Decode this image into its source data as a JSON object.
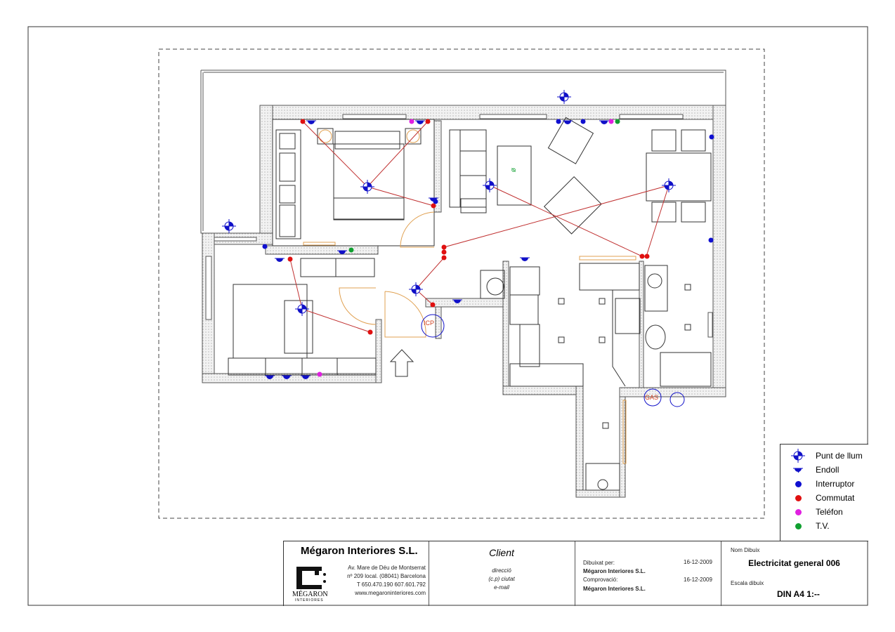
{
  "plan": {
    "labels": {
      "icp": "ICP",
      "gas": "GAS"
    },
    "colors": {
      "light": "#1010c8",
      "switch": "#1010d0",
      "commutat": "#e01010",
      "phone": "#e020e0",
      "tv": "#10a030",
      "wiring": "#c03030",
      "door": "#e0a050",
      "wall_hatch": "#d8d8d8"
    }
  },
  "legend": {
    "items": [
      {
        "icon": "light-point-icon",
        "label": "Punt de llum"
      },
      {
        "icon": "socket-icon",
        "label": "Endoll"
      },
      {
        "icon": "switch-dot-icon",
        "label": "Interruptor",
        "color": "#1010d0"
      },
      {
        "icon": "commutat-dot-icon",
        "label": "Commutat",
        "color": "#e01010"
      },
      {
        "icon": "phone-dot-icon",
        "label": "Teléfon",
        "color": "#e020e0"
      },
      {
        "icon": "tv-dot-icon",
        "label": "T.V.",
        "color": "#10a030"
      }
    ]
  },
  "title_block": {
    "company": {
      "name": "Mégaron Interiores S.L.",
      "address_1": "Av. Mare de Déu de Montserrat",
      "address_2": "nº 209 local. (08041) Barcelona",
      "phone": "T 650.470.190 607.601.792",
      "web": "www.megaroninteriores.com",
      "logo_text": "MÉGARON",
      "logo_subtext": "INTERIORES"
    },
    "client": {
      "title": "Client",
      "address": "direcció",
      "city": "(c.p) ciutat",
      "email": "e-mail"
    },
    "drawn": {
      "label": "Dibuixat per:",
      "date": "16-12-2009",
      "by": "Mégaron Interiores S.L."
    },
    "checked": {
      "label": "Comprovació:",
      "date": "16-12-2009",
      "by": "Mégaron Interiores S.L."
    },
    "drawing": {
      "name_label": "Nom Dibuix",
      "name": "Electricitat general 006",
      "scale_label": "Escala dibuix",
      "scale": "DIN A4 1:--"
    }
  }
}
